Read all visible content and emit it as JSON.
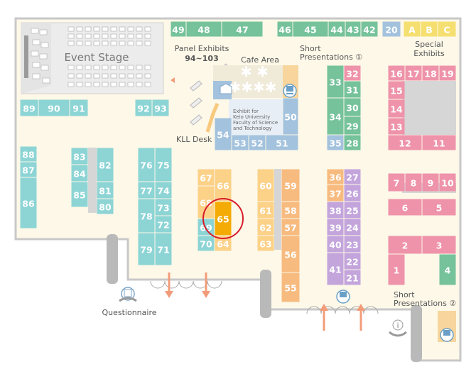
{
  "colors": {
    "floor": "#fdf8e8",
    "wall": "#c8c8c8",
    "green": "#75c29b",
    "blue_grey": "#a3c2dd",
    "teal": "#8dd4d5",
    "pink": "#ee93aa",
    "orange_light": "#fcd188",
    "orange": "#f7bb80",
    "purple": "#c3a5dc",
    "yellow": "#f5df70",
    "highlight": "#f4ab06",
    "highlight_ring": "#d81b2a",
    "arrow": "#f39c7a"
  },
  "labels": {
    "event_stage": "Event Stage",
    "panel_exhibits": "Panel Exhibits",
    "panel_range": "94~103",
    "cafe_area": "Cafe Area",
    "short_presentations_1_line1": "Short",
    "short_presentations_1_line2": "Presentations ①",
    "special_line1": "Special",
    "special_line2": "Exhibits",
    "kll_desk": "KLL Desk",
    "keio_line1": "Exhibit for",
    "keio_line2": "Keio University",
    "keio_line3": "Faculty of Science",
    "keio_line4": "and Technology",
    "short_presentations_2_line1": "Short",
    "short_presentations_2_line2": "Presentations ②",
    "questionnaire": "Questionnaire",
    "info": "i"
  },
  "highlighted_booth": "65",
  "booths": [
    {
      "id": "49",
      "color": "green"
    },
    {
      "id": "48",
      "color": "green"
    },
    {
      "id": "47",
      "color": "green"
    },
    {
      "id": "46",
      "color": "green"
    },
    {
      "id": "45",
      "color": "green"
    },
    {
      "id": "44",
      "color": "green"
    },
    {
      "id": "43",
      "color": "green"
    },
    {
      "id": "42",
      "color": "green"
    },
    {
      "id": "20",
      "color": "blue_grey"
    },
    {
      "id": "A",
      "color": "yellow"
    },
    {
      "id": "B",
      "color": "yellow"
    },
    {
      "id": "C",
      "color": "yellow"
    },
    {
      "id": "89",
      "color": "teal"
    },
    {
      "id": "90",
      "color": "teal"
    },
    {
      "id": "91",
      "color": "teal"
    },
    {
      "id": "92",
      "color": "teal"
    },
    {
      "id": "93",
      "color": "teal"
    },
    {
      "id": "33",
      "color": "green"
    },
    {
      "id": "34",
      "color": "green"
    },
    {
      "id": "35",
      "color": "blue_grey"
    },
    {
      "id": "32",
      "color": "pink"
    },
    {
      "id": "31",
      "color": "green"
    },
    {
      "id": "30",
      "color": "green"
    },
    {
      "id": "29",
      "color": "green"
    },
    {
      "id": "28",
      "color": "green"
    },
    {
      "id": "16",
      "color": "pink"
    },
    {
      "id": "17",
      "color": "pink"
    },
    {
      "id": "18",
      "color": "pink"
    },
    {
      "id": "19",
      "color": "pink"
    },
    {
      "id": "15",
      "color": "pink"
    },
    {
      "id": "14",
      "color": "pink"
    },
    {
      "id": "13",
      "color": "pink"
    },
    {
      "id": "12",
      "color": "pink"
    },
    {
      "id": "11",
      "color": "pink"
    },
    {
      "id": "50",
      "color": "blue_grey"
    },
    {
      "id": "51",
      "color": "blue_grey"
    },
    {
      "id": "52",
      "color": "blue_grey"
    },
    {
      "id": "53",
      "color": "blue_grey"
    },
    {
      "id": "54",
      "color": "blue_grey"
    },
    {
      "id": "88",
      "color": "teal"
    },
    {
      "id": "87",
      "color": "teal"
    },
    {
      "id": "86",
      "color": "teal"
    },
    {
      "id": "83",
      "color": "teal"
    },
    {
      "id": "84",
      "color": "teal"
    },
    {
      "id": "85",
      "color": "teal"
    },
    {
      "id": "82",
      "color": "teal"
    },
    {
      "id": "81",
      "color": "teal"
    },
    {
      "id": "80",
      "color": "teal"
    },
    {
      "id": "76",
      "color": "teal"
    },
    {
      "id": "75",
      "color": "teal"
    },
    {
      "id": "77",
      "color": "teal"
    },
    {
      "id": "74",
      "color": "teal"
    },
    {
      "id": "78",
      "color": "teal"
    },
    {
      "id": "73",
      "color": "teal"
    },
    {
      "id": "72",
      "color": "teal"
    },
    {
      "id": "79",
      "color": "teal"
    },
    {
      "id": "71",
      "color": "teal"
    },
    {
      "id": "67",
      "color": "orange_light"
    },
    {
      "id": "66",
      "color": "orange_light"
    },
    {
      "id": "68",
      "color": "orange_light"
    },
    {
      "id": "69",
      "color": "teal"
    },
    {
      "id": "65",
      "color": "highlight"
    },
    {
      "id": "70",
      "color": "teal"
    },
    {
      "id": "64",
      "color": "orange_light"
    },
    {
      "id": "60",
      "color": "orange_light"
    },
    {
      "id": "61",
      "color": "orange_light"
    },
    {
      "id": "62",
      "color": "orange_light"
    },
    {
      "id": "63",
      "color": "orange_light"
    },
    {
      "id": "59",
      "color": "orange"
    },
    {
      "id": "58",
      "color": "orange"
    },
    {
      "id": "57",
      "color": "orange"
    },
    {
      "id": "56",
      "color": "orange"
    },
    {
      "id": "55",
      "color": "orange"
    },
    {
      "id": "36",
      "color": "orange"
    },
    {
      "id": "37",
      "color": "orange"
    },
    {
      "id": "38",
      "color": "purple"
    },
    {
      "id": "39",
      "color": "purple"
    },
    {
      "id": "40",
      "color": "purple"
    },
    {
      "id": "41",
      "color": "purple"
    },
    {
      "id": "27",
      "color": "purple"
    },
    {
      "id": "26",
      "color": "purple"
    },
    {
      "id": "25",
      "color": "purple"
    },
    {
      "id": "24",
      "color": "purple"
    },
    {
      "id": "23",
      "color": "purple"
    },
    {
      "id": "22",
      "color": "purple"
    },
    {
      "id": "21",
      "color": "purple"
    },
    {
      "id": "7",
      "color": "pink"
    },
    {
      "id": "8",
      "color": "pink"
    },
    {
      "id": "9",
      "color": "pink"
    },
    {
      "id": "10",
      "color": "pink"
    },
    {
      "id": "6",
      "color": "pink"
    },
    {
      "id": "5",
      "color": "pink"
    },
    {
      "id": "2",
      "color": "pink"
    },
    {
      "id": "3",
      "color": "pink"
    },
    {
      "id": "1",
      "color": "pink"
    },
    {
      "id": "4",
      "color": "green"
    }
  ]
}
